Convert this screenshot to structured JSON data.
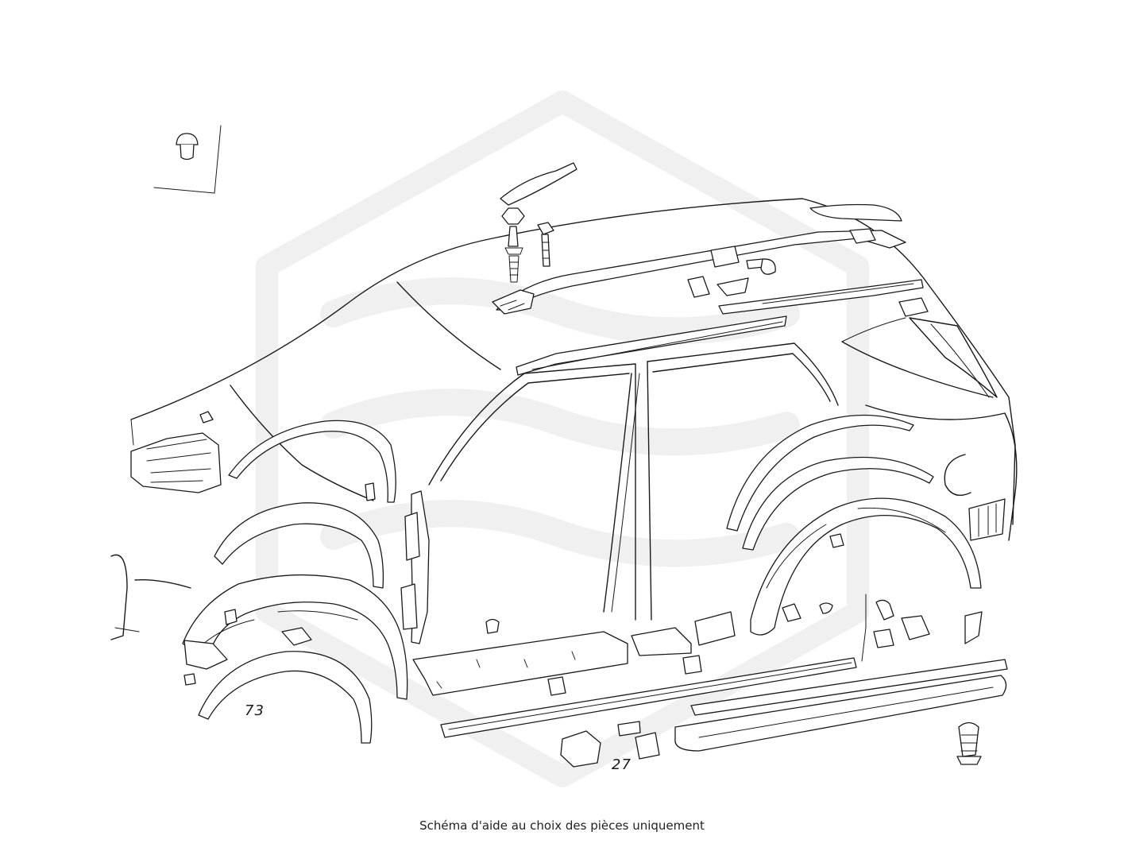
{
  "caption": "Schéma d'aide au choix des pièces uniquement",
  "callouts": {
    "front_arch_moulding": "73",
    "sill_clip": "27"
  },
  "colors": {
    "line": "#1a1a1a",
    "background": "#ffffff",
    "watermark": "#f0f0f0"
  },
  "icons": {
    "watermark": "brand-logo-watermark",
    "inset_part": "push-rivet-clip-icon"
  }
}
